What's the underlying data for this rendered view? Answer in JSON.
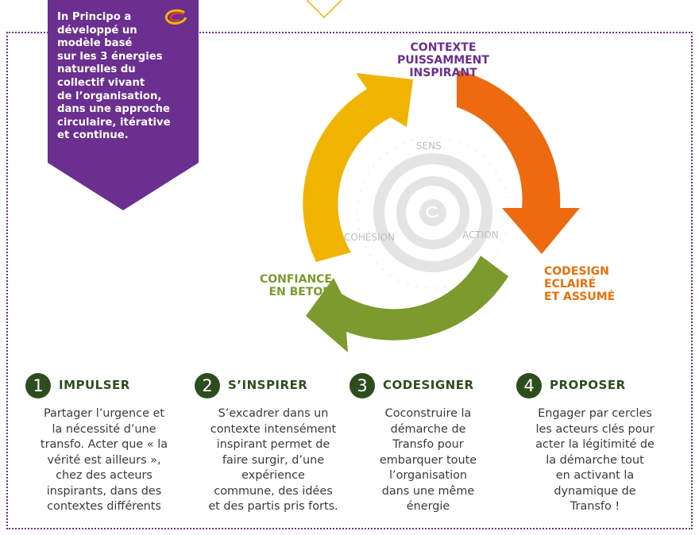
{
  "intro": {
    "text": "In Principo a\ndéveloppé un\nmodèle basé\nsur les 3 énergies\nnaturelles du\ncollectif vivant\nde l’organisation,\ndans une approche\ncirculaire, itérative\net continue."
  },
  "cycle": {
    "top_label": "CONTEXTE\nPUISSAMMENT\nINSPIRANT",
    "right_label": "CODESIGN\nECLAIRÉ\nET ASSUMÉ",
    "left_label": "CONFIANCE\nEN BETON",
    "ring_labels": {
      "top": "SENS",
      "left": "COHÉSION",
      "right": "ACTION"
    }
  },
  "steps": [
    {
      "number": "1",
      "title": "IMPULSER",
      "text": "Partager l’urgence et\nla nécessité d’une\ntransfo. Acter que « la\nvérité est ailleurs »,\nchez des acteurs\ninspirants, dans des\ncontextes différents"
    },
    {
      "number": "2",
      "title": "S’INSPIRER",
      "text": "S’excadrer dans un\ncontexte intensément\ninspirant permet de\nfaire surgir, d’une\nexpérience\ncommune, des idées\net des partis pris forts."
    },
    {
      "number": "3",
      "title": "CODESIGNER",
      "text": "Coconstruire la\ndémarche de\nTransfo pour\nembarquer toute\nl’organisation\ndans une même\nénergie"
    },
    {
      "number": "4",
      "title": "PROPOSER",
      "text": "Engager par cercles\nles acteurs clés pour\nacter la légitimité de\nla démarche tout\nen activant la\ndynamique de\nTransfo !"
    }
  ],
  "colors": {
    "purple": "#6a2f8f",
    "orange": "#ee6a0f",
    "yellow": "#f0b400",
    "olive": "#7c9a2e",
    "dark_green": "#2e4d1f"
  }
}
